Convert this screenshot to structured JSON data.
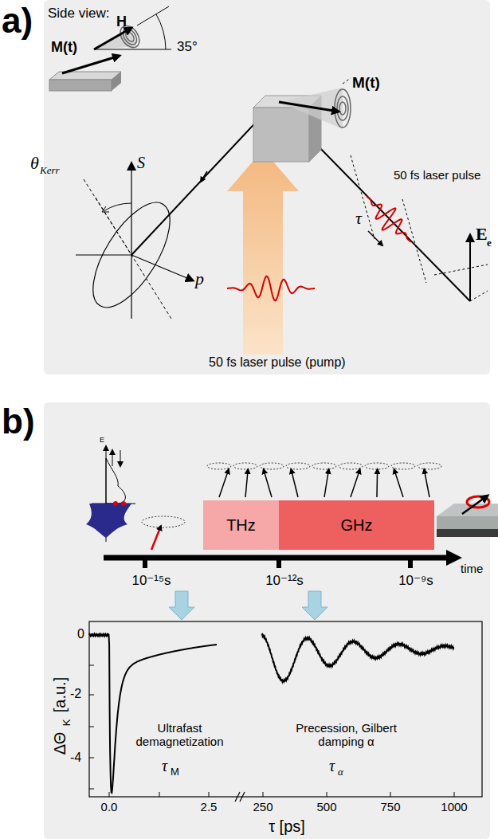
{
  "diagram": {
    "nodes": [
      {
        "text": [
          "THz"
        ]
      },
      {
        "text": [
          "GHz"
        ]
      }
    ],
    "labels": [
      "a)",
      "Side view:",
      "M(t)",
      "H",
      "35°",
      "M(t)",
      "50 fs laser pulse",
      "τ",
      "E",
      "e",
      "θ",
      "Kerr",
      "S",
      "p",
      "50 fs laser pulse (pump)",
      "b)",
      "E",
      "time",
      "10⁻¹⁵s",
      "10⁻¹²s",
      "10⁻⁹s",
      "0",
      "-2",
      "-4",
      "ΔΘ",
      "K",
      "[a.u.]",
      "Ultrafast demagnetization",
      "τ",
      "M",
      "Precession, Gilbert damping α",
      "τ",
      "α",
      "0.0",
      "2.5",
      "250",
      "500",
      "750",
      "1000",
      "τ [ps]"
    ]
  }
}
